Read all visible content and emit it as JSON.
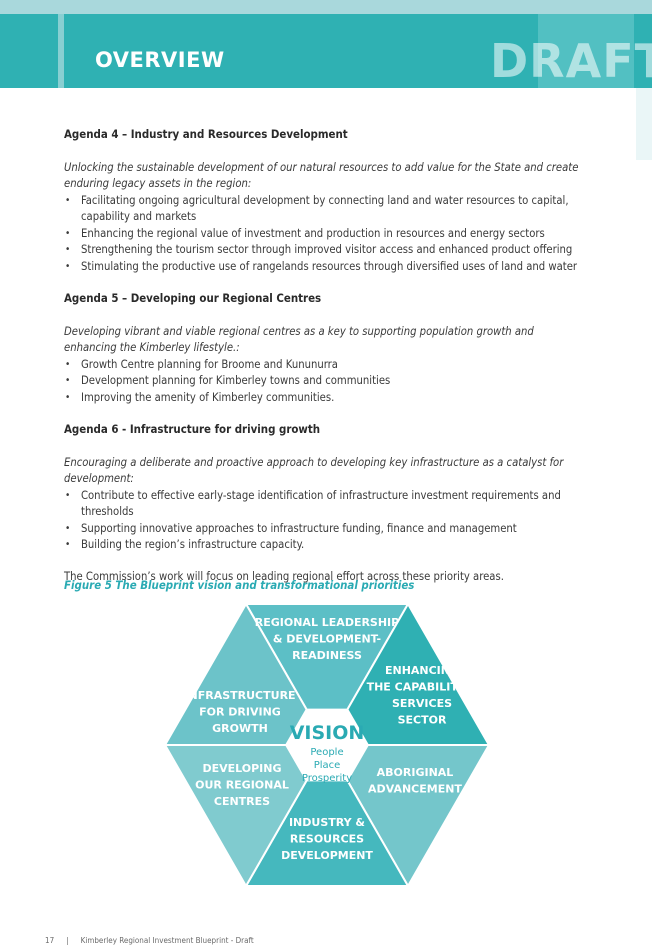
{
  "header": {
    "title": "OVERVIEW",
    "watermark": "DRAFT"
  },
  "agendas": [
    {
      "title": "Agenda 4 – Industry and Resources Development",
      "intro": "Unlocking the sustainable development of our natural resources to add value for the State and create enduring legacy assets in the region:",
      "bullets": [
        "Facilitating ongoing agricultural development by connecting land and water resources to capital, capability and markets",
        "Enhancing the regional value of investment and production in resources and energy sectors",
        "Strengthening the tourism sector through improved visitor access and enhanced product offering",
        "Stimulating the productive use of rangelands resources through diversified uses of land and water"
      ]
    },
    {
      "title": "Agenda 5 – Developing our Regional Centres",
      "intro": "Developing vibrant and viable regional centres as a key to supporting population growth and enhancing the Kimberley lifestyle.:",
      "bullets": [
        "Growth Centre planning for Broome and Kununurra",
        "Development planning for Kimberley towns and communities",
        "Improving the amenity of Kimberley communities."
      ]
    },
    {
      "title": "Agenda 6 - Infrastructure for driving growth",
      "intro": "Encouraging a deliberate and proactive approach to developing key infrastructure as a catalyst for development:",
      "bullets": [
        "Contribute to effective early-stage identification of infrastructure investment requirements and thresholds",
        "Supporting innovative approaches to infrastructure funding, finance and management",
        "Building the region’s infrastructure capacity."
      ]
    }
  ],
  "summary": "The Commission’s work will focus on leading regional effort across these priority areas.",
  "figure": {
    "caption": "Figure 5 The Blueprint vision and transformational priorities",
    "center_title": "VISION",
    "center_lines": [
      "People",
      "Place",
      "Prosperity"
    ],
    "segments": [
      {
        "lines": [
          "REGIONAL LEADERSHIP",
          "& DEVELOPMENT-",
          "READINESS"
        ],
        "color": "#5cbfc6"
      },
      {
        "lines": [
          "ENHANCING",
          "THE CAPABILITIES",
          "SERVICES",
          "SECTOR"
        ],
        "color": "#2fb0b3"
      },
      {
        "lines": [
          "ABORIGINAL",
          "ADVANCEMENT"
        ],
        "color": "#74c6cb"
      },
      {
        "lines": [
          "INDUSTRY &",
          "RESOURCES",
          "DEVELOPMENT"
        ],
        "color": "#45b8be"
      },
      {
        "lines": [
          "DEVELOPING",
          "OUR REGIONAL",
          "CENTRES"
        ],
        "color": "#80cbcf"
      },
      {
        "lines": [
          "INFRASTRUCTURE",
          "FOR DRIVING",
          "GROWTH"
        ],
        "color": "#6cc3c9"
      }
    ]
  },
  "footer": {
    "page_number": "17",
    "separator": "|",
    "doc_title": "Kimberley Regional Investment Blueprint - Draft"
  }
}
